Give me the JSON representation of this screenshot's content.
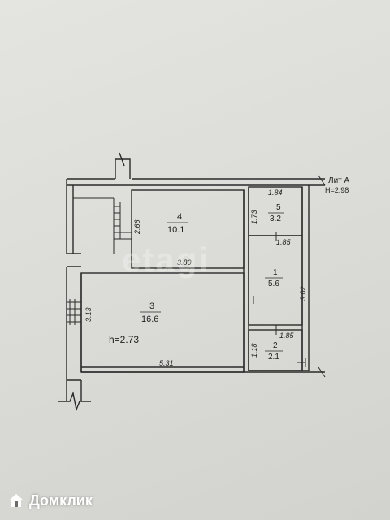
{
  "plan": {
    "lit_label": "Лит А",
    "height_label": "H=2.98",
    "ceiling_note": "h=2.73",
    "rooms": [
      {
        "number": "1",
        "area": "5.6"
      },
      {
        "number": "2",
        "area": "2.1"
      },
      {
        "number": "3",
        "area": "16.6"
      },
      {
        "number": "4",
        "area": "10.1"
      },
      {
        "number": "5",
        "area": "3.2"
      }
    ],
    "dimensions": {
      "room4_width": "3.80",
      "room4_height": "2.66",
      "room5_width": "1.84",
      "room5_height": "1.73",
      "room1_width": "1.85",
      "room1_height": "3.02",
      "room2_width": "1.85",
      "room2_height": "1.18",
      "room3_width": "5.31",
      "room3_height": "3.13"
    }
  },
  "watermark": "etagi",
  "brand": {
    "name": "Домклик",
    "icon": "domclick-house-icon"
  }
}
